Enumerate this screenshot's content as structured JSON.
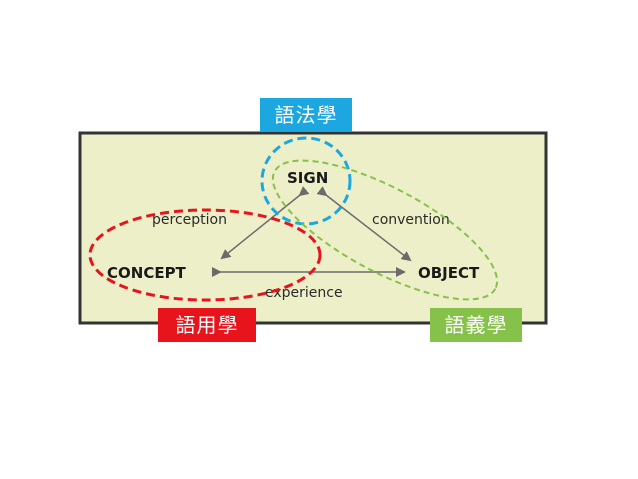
{
  "diagram": {
    "nodes": {
      "sign": "SIGN",
      "concept": "CONCEPT",
      "object": "OBJECT"
    },
    "edges": {
      "perception": "perception",
      "convention": "convention",
      "experience": "experience"
    }
  },
  "tags": {
    "syntax": "語法學",
    "pragmatics": "語用學",
    "semantics": "語義學"
  },
  "colors": {
    "panel_fill": "#ecefc8",
    "panel_border": "#333333",
    "syntax": "#1ca7e0",
    "pragmatics": "#e8141c",
    "semantics": "#86c24a",
    "arrow": "#6b6b6b"
  }
}
